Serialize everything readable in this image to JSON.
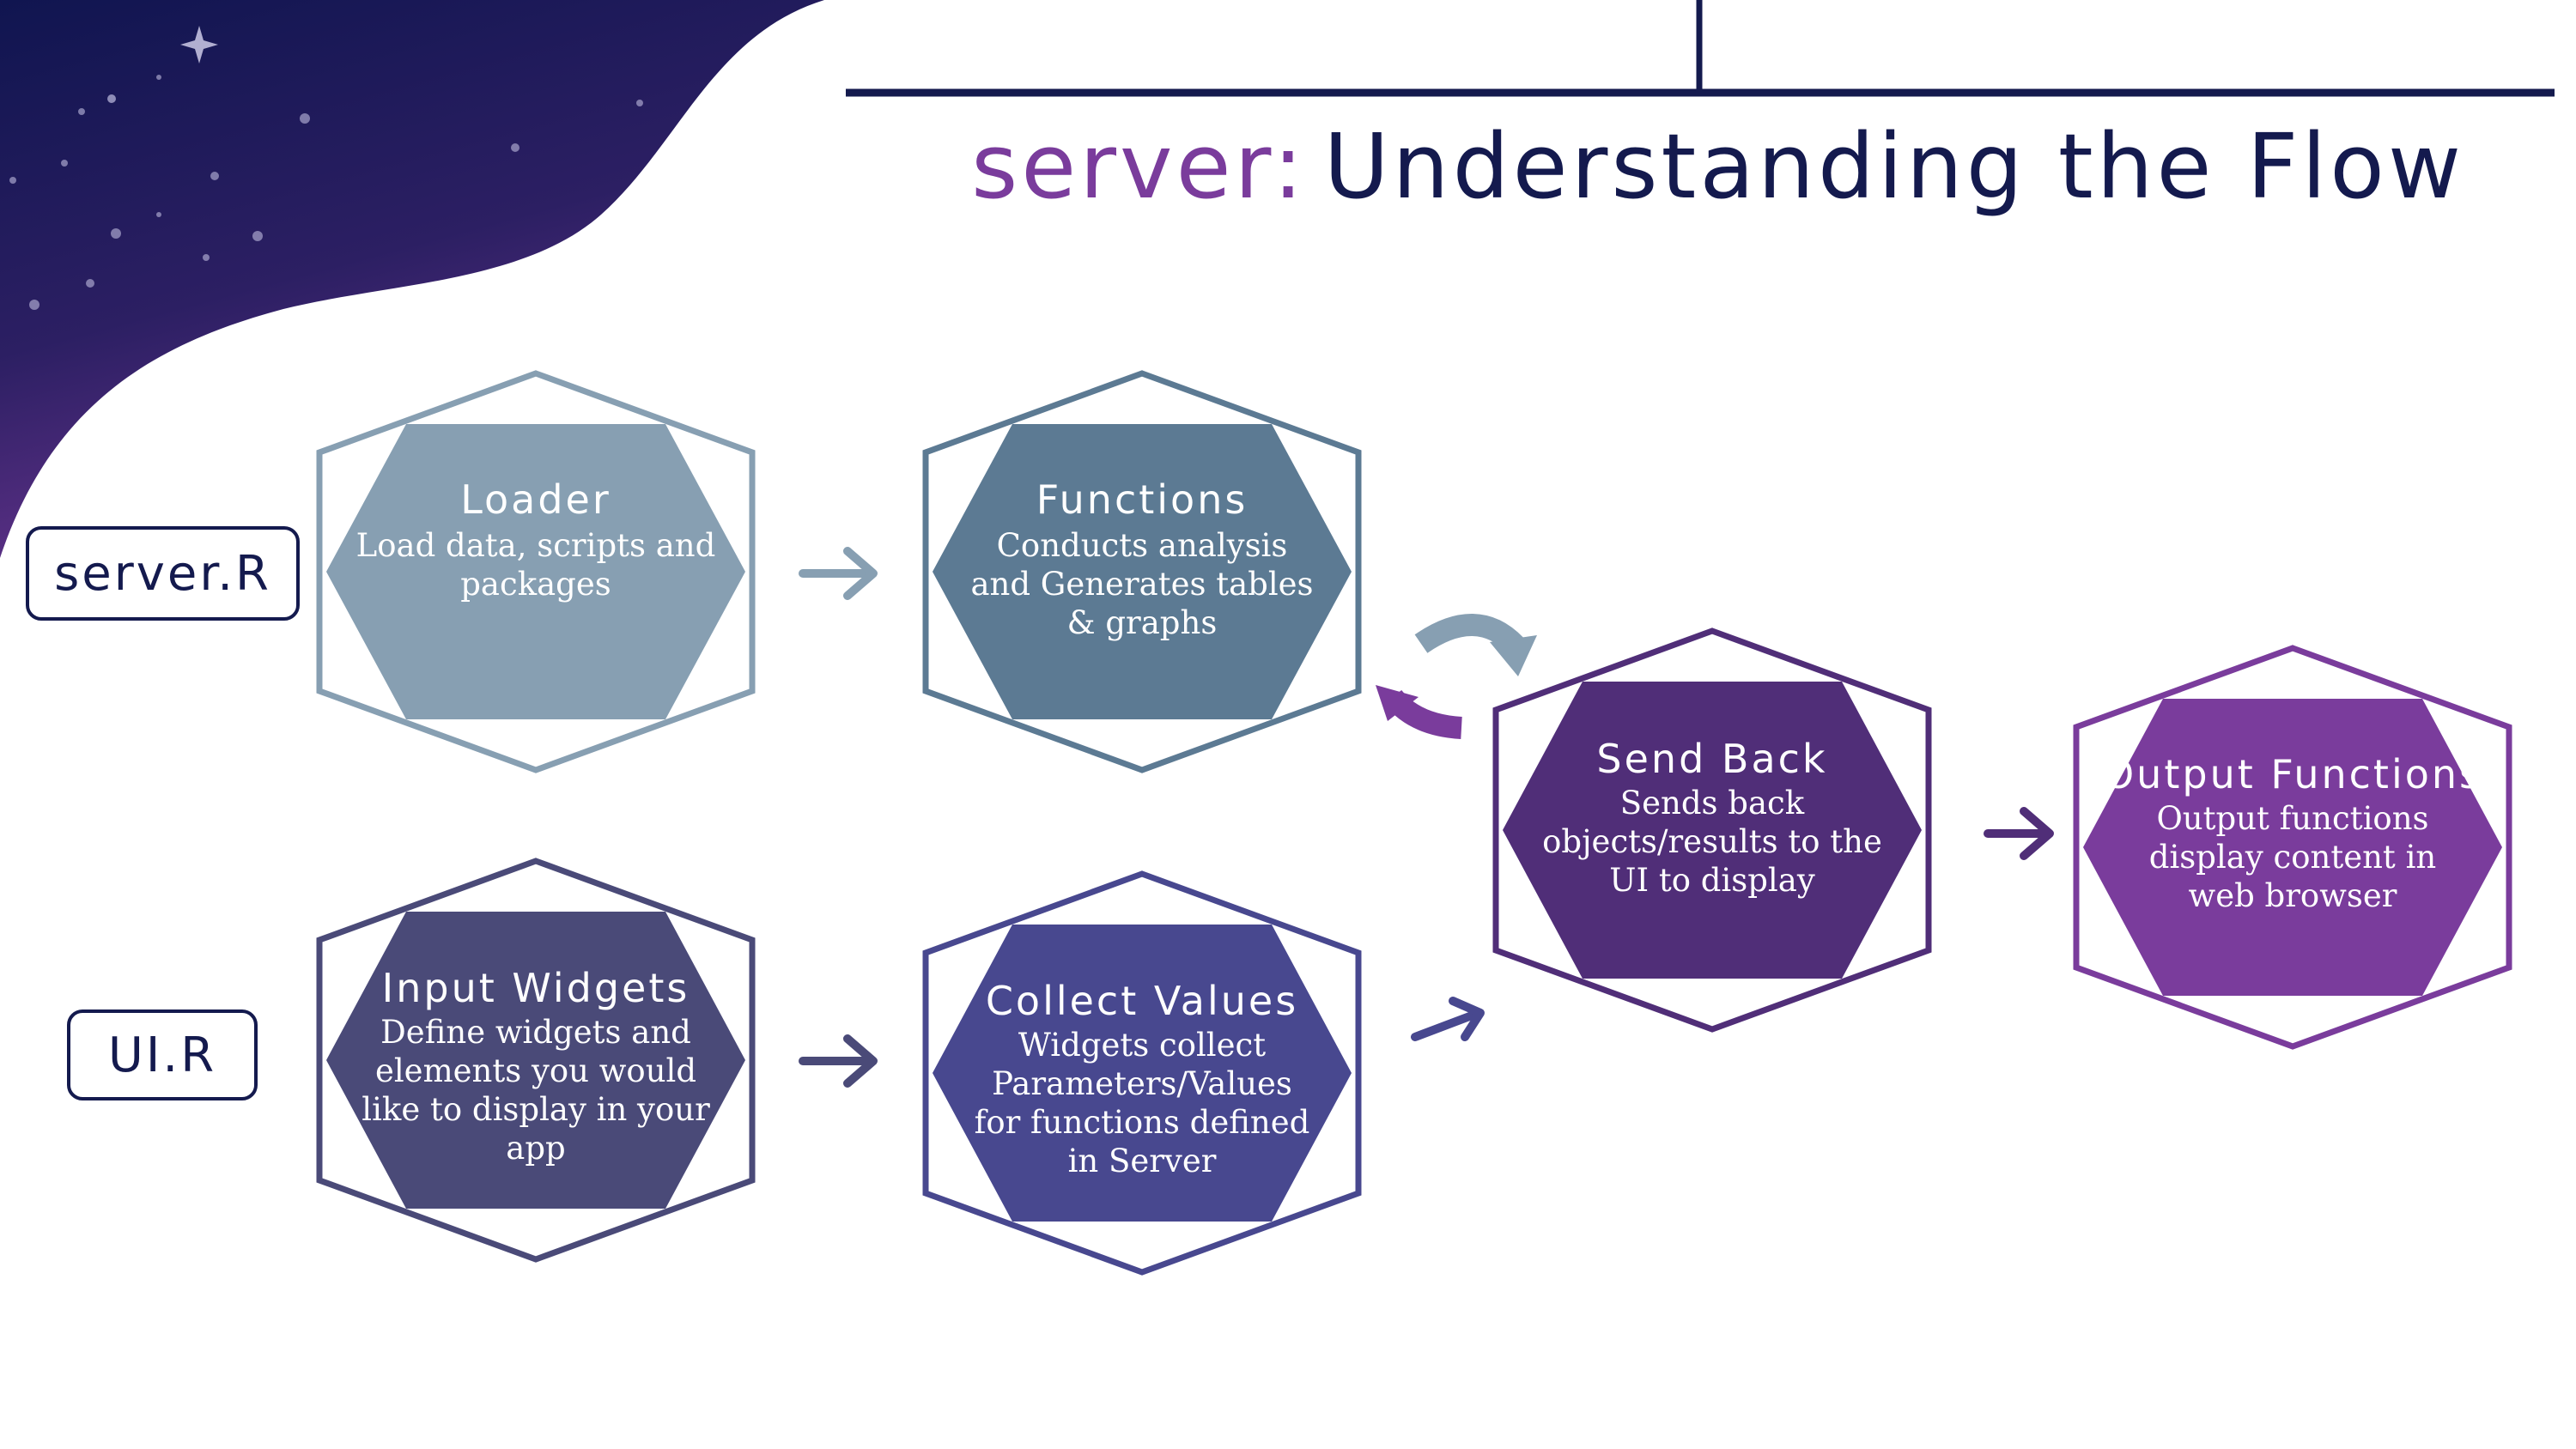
{
  "title": {
    "part1": "server:",
    "part2": "Understanding the Flow"
  },
  "colors": {
    "navy": "#141a4e",
    "purple_accent": "#7a3c9c",
    "loader": "#879fb2",
    "functions": "#5c7a93",
    "input_widgets": "#4a4a78",
    "collect_values": "#48488f",
    "send_back": "#502e78",
    "output_functions": "#7a3c9c"
  },
  "file_labels": {
    "server": "server.R",
    "ui": "UI.R"
  },
  "nodes": {
    "loader": {
      "title": "Loader",
      "desc": [
        "Load data, scripts and",
        "packages"
      ]
    },
    "functions": {
      "title": "Functions",
      "desc": [
        "Conducts analysis",
        "and Generates tables",
        "& graphs"
      ]
    },
    "input_widgets": {
      "title": "Input Widgets",
      "desc": [
        "Define widgets and",
        "elements you would",
        "like to display in your",
        "app"
      ]
    },
    "collect_values": {
      "title": "Collect Values",
      "desc": [
        "Widgets collect",
        "Parameters/Values",
        "for functions defined",
        "in Server"
      ]
    },
    "send_back": {
      "title": "Send Back",
      "desc": [
        "Sends back",
        "objects/results to the",
        "UI to display"
      ]
    },
    "output_functions": {
      "title": "Output Functions",
      "desc": [
        "Output functions",
        "display content in",
        "web browser"
      ]
    }
  }
}
